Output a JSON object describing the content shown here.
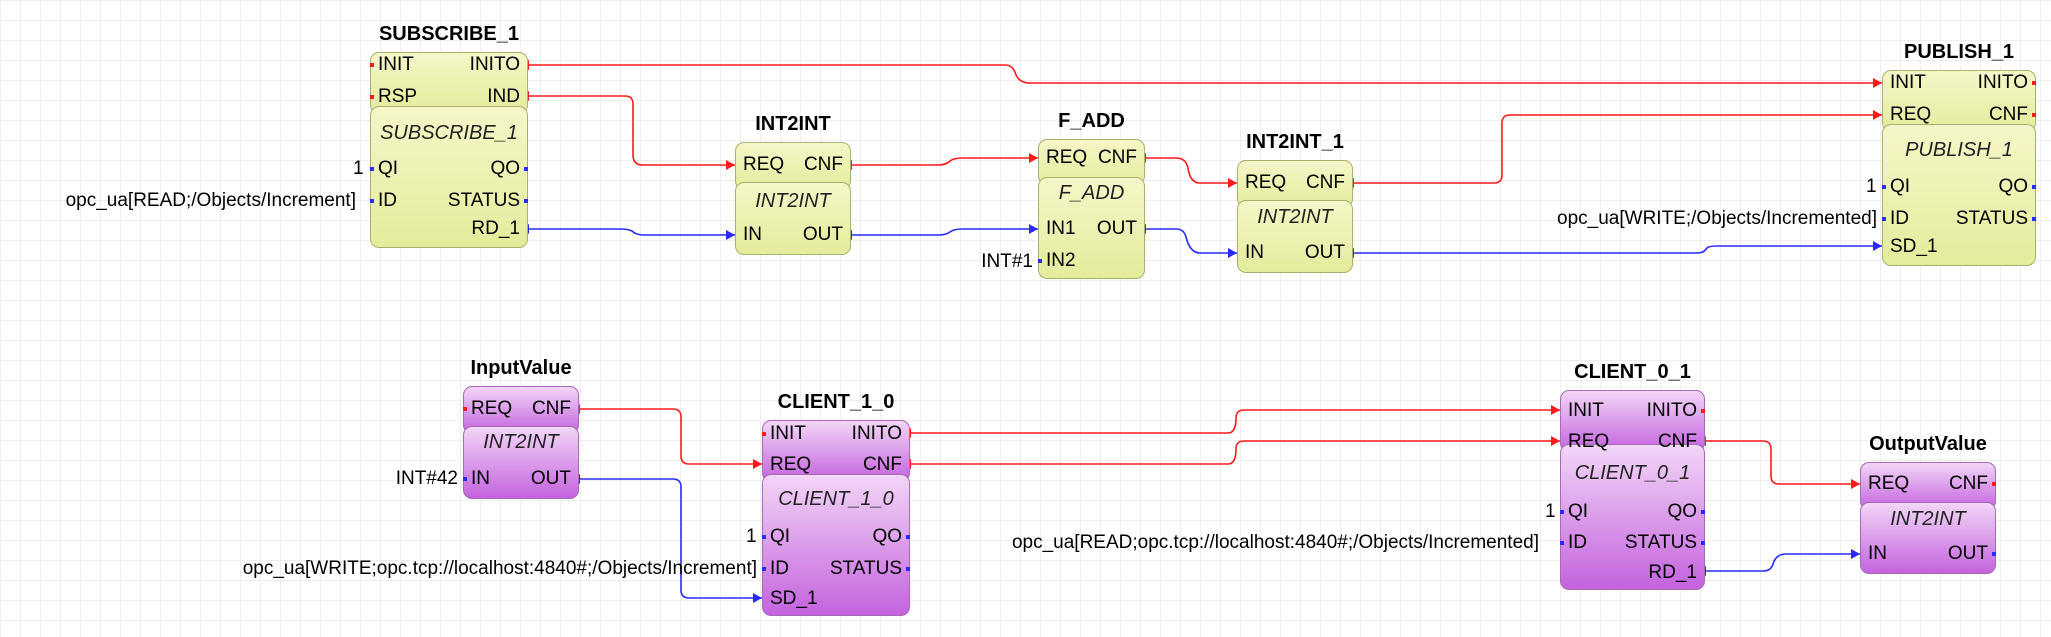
{
  "colors": {
    "event_wire": "#ff1a1a",
    "data_wire": "#2a2aff",
    "basic_block_fill": "#eef2b4",
    "client_block_fill": "#d98fe9"
  },
  "blocks": {
    "subscribe_1": {
      "title": "SUBSCRIBE_1",
      "type": "SUBSCRIBE_1",
      "inputs": [
        "INIT",
        "RSP",
        "QI",
        "ID"
      ],
      "outputs": [
        "INITO",
        "IND",
        "QO",
        "STATUS",
        "RD_1"
      ]
    },
    "int2int": {
      "title": "INT2INT",
      "type": "INT2INT",
      "inputs": [
        "REQ",
        "IN"
      ],
      "outputs": [
        "CNF",
        "OUT"
      ]
    },
    "f_add": {
      "title": "F_ADD",
      "type": "F_ADD",
      "inputs": [
        "REQ",
        "IN1",
        "IN2"
      ],
      "outputs": [
        "CNF",
        "OUT"
      ]
    },
    "int2int_1": {
      "title": "INT2INT_1",
      "type": "INT2INT",
      "inputs": [
        "REQ",
        "IN"
      ],
      "outputs": [
        "CNF",
        "OUT"
      ]
    },
    "publish_1": {
      "title": "PUBLISH_1",
      "type": "PUBLISH_1",
      "inputs": [
        "INIT",
        "REQ",
        "QI",
        "ID",
        "SD_1"
      ],
      "outputs": [
        "INITO",
        "CNF",
        "QO",
        "STATUS"
      ]
    },
    "inputvalue": {
      "title": "InputValue",
      "type": "INT2INT",
      "inputs": [
        "REQ",
        "IN"
      ],
      "outputs": [
        "CNF",
        "OUT"
      ]
    },
    "client_1_0": {
      "title": "CLIENT_1_0",
      "type": "CLIENT_1_0",
      "inputs": [
        "INIT",
        "REQ",
        "QI",
        "ID",
        "SD_1"
      ],
      "outputs": [
        "INITO",
        "CNF",
        "QO",
        "STATUS"
      ]
    },
    "client_0_1": {
      "title": "CLIENT_0_1",
      "type": "CLIENT_0_1",
      "inputs": [
        "INIT",
        "REQ",
        "QI",
        "ID"
      ],
      "outputs": [
        "INITO",
        "CNF",
        "QO",
        "STATUS",
        "RD_1"
      ]
    },
    "outputvalue": {
      "title": "OutputValue",
      "type": "INT2INT",
      "inputs": [
        "REQ",
        "IN"
      ],
      "outputs": [
        "CNF",
        "OUT"
      ]
    }
  },
  "parameters": {
    "subscribe_qi": "1",
    "subscribe_id": "opc_ua[READ;/Objects/Increment]",
    "fadd_in2": "INT#1",
    "publish_qi": "1",
    "publish_id": "opc_ua[WRITE;/Objects/Incremented]",
    "inputvalue_in": "INT#42",
    "client_1_0_qi": "1",
    "client_1_0_id": "opc_ua[WRITE;opc.tcp://localhost:4840#;/Objects/Increment]",
    "client_0_1_qi": "1",
    "client_0_1_id": "opc_ua[READ;opc.tcp://localhost:4840#;/Objects/Incremented]"
  }
}
